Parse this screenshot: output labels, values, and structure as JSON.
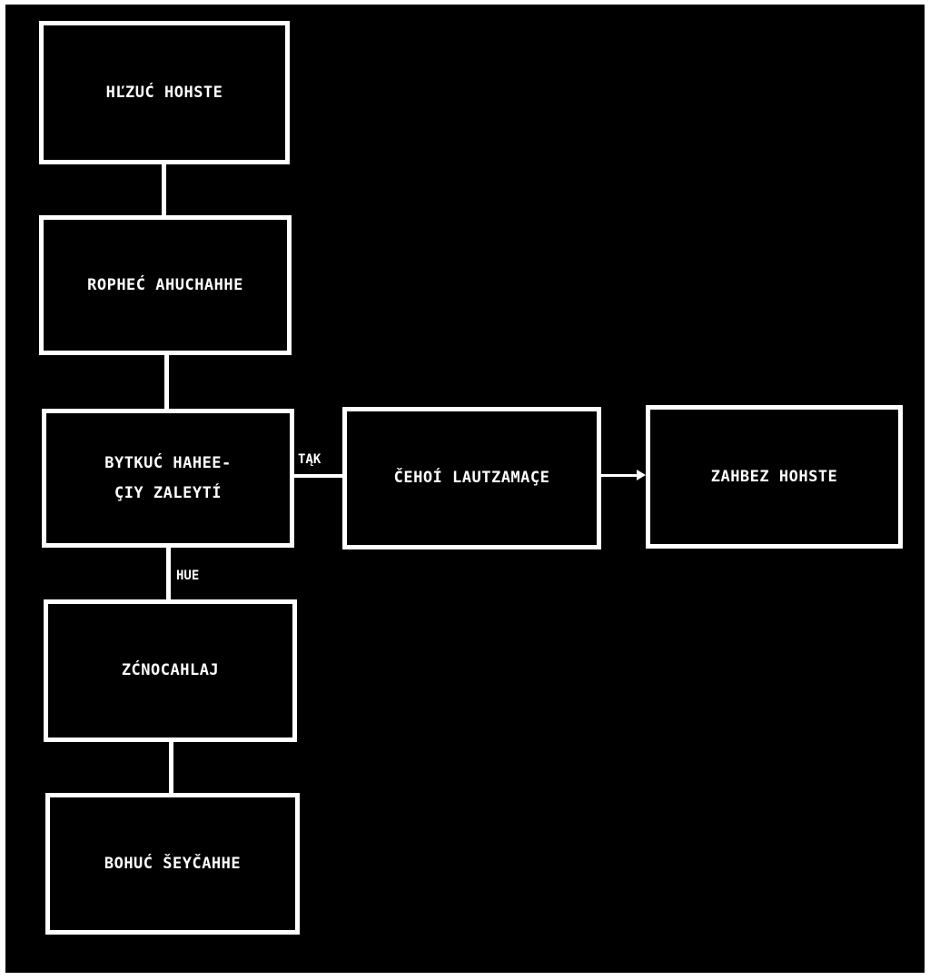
{
  "diagram": {
    "background": "#000000",
    "stroke": "#ffffff",
    "nodes": [
      {
        "id": "box-1",
        "label": "HĽZUĆ HOHSTE"
      },
      {
        "id": "box-2",
        "label": "ROPHEĆ AHUCHAHHE"
      },
      {
        "id": "box-3",
        "label": "BYTKUĆ HAHEE-\nÇIY ZALEYTÍ"
      },
      {
        "id": "box-4",
        "label": "ČEHOÍ LAUTZAMAÇE"
      },
      {
        "id": "box-5",
        "label": "ZAHBEZ HOHSTE"
      },
      {
        "id": "box-6",
        "label": "ZĆNOCAHLAJ"
      },
      {
        "id": "box-7",
        "label": "BOHUĆ ŠEYČAHHE"
      }
    ],
    "edge_labels": {
      "yes": "TĄK",
      "no": "HUE"
    }
  }
}
